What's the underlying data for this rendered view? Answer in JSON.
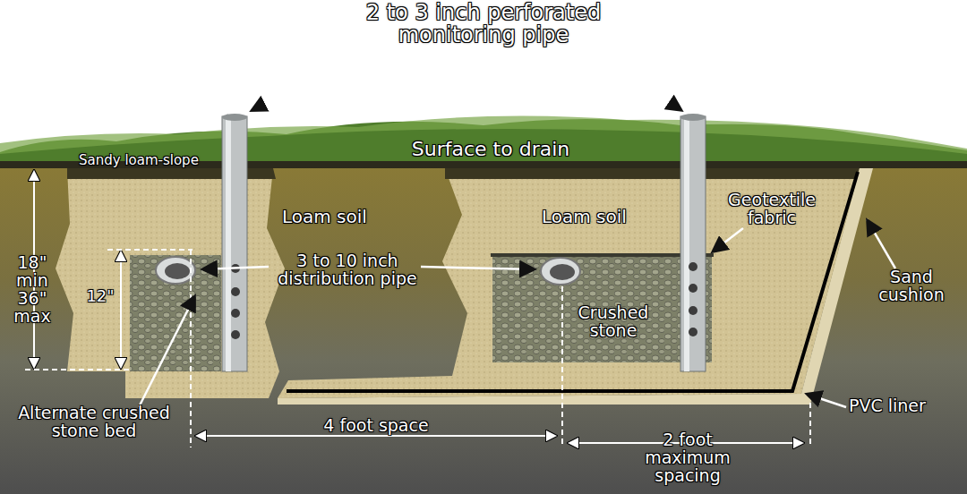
{
  "diagram": {
    "labels": [
      "2 to 3 inch perforated monitoring pipe",
      "Sandy loam-slope",
      "Surface to drain",
      "Loam soil",
      "Loam soil",
      "Geotextile fabric",
      "18\" min 36\" max",
      "12\"",
      "3 to 10 inch distribution pipe",
      "Sand cushion",
      "Crushed stone",
      "Alternate crushed stone bed",
      "4 foot space",
      "2 foot maximum spacing",
      "PVC liner"
    ]
  }
}
